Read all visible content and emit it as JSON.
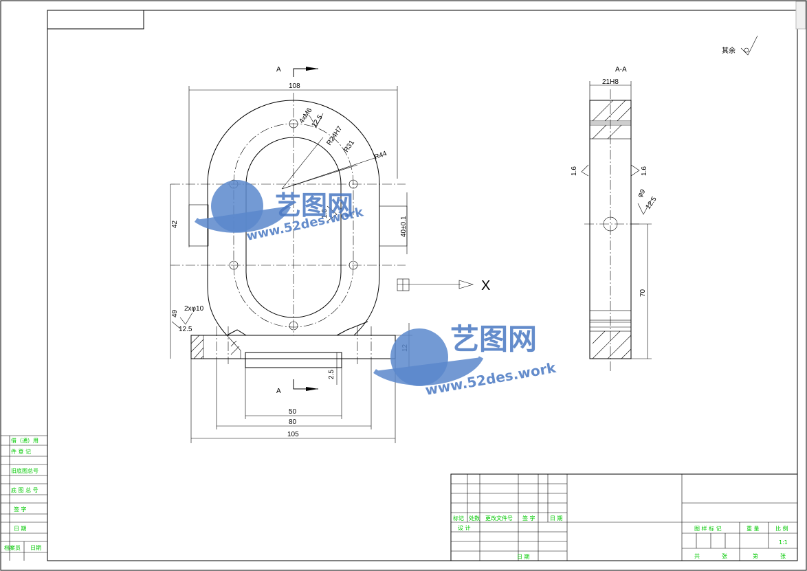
{
  "top_box_label": "",
  "surface_note": {
    "text": "其余",
    "symbol": "machined-surface-symbol"
  },
  "section_marks": {
    "top": "A",
    "bottom": "A",
    "section_title": "A-A"
  },
  "dimensions": {
    "d108": "108",
    "d42": "42",
    "d49": "49",
    "d105": "105",
    "d80": "80",
    "d50": "50",
    "d2_5": "2.5",
    "d12": "12",
    "d70": "70",
    "d21h8": "21H8",
    "hole4": "4xM6",
    "hole_pair": "2xφ10",
    "r24": "R24H7",
    "r31": "R31",
    "r44": "R44",
    "phi": "φ",
    "tol": "40±0.1",
    "ra12_5": "12.5",
    "ra1_6": "1.6",
    "ra1_6b": "1.6",
    "ra1_6c": "1.6",
    "ra12_5b": "12.5",
    "ra12_5c": "12.5",
    "phi9": "φ9"
  },
  "axis_label": "X",
  "watermark": {
    "brand": "艺图网",
    "url": "www.52des.work"
  },
  "left_strip": [
    "借（通）用",
    "件 登 记",
    "旧底图总号",
    "底 图 总 号",
    "签  字",
    "日  期",
    "档案员",
    "日期"
  ],
  "title_block": {
    "rev_headers": [
      "标记",
      "处数",
      "更改文件号",
      "签 字",
      "日 期"
    ],
    "design_label": "设 计",
    "date_label": "日 期",
    "stage_labels": [
      "图 样 标 记",
      "重 量",
      "比 例"
    ],
    "scale": "1:1",
    "sheet_labels": [
      "共",
      "张",
      "第",
      "张"
    ]
  }
}
